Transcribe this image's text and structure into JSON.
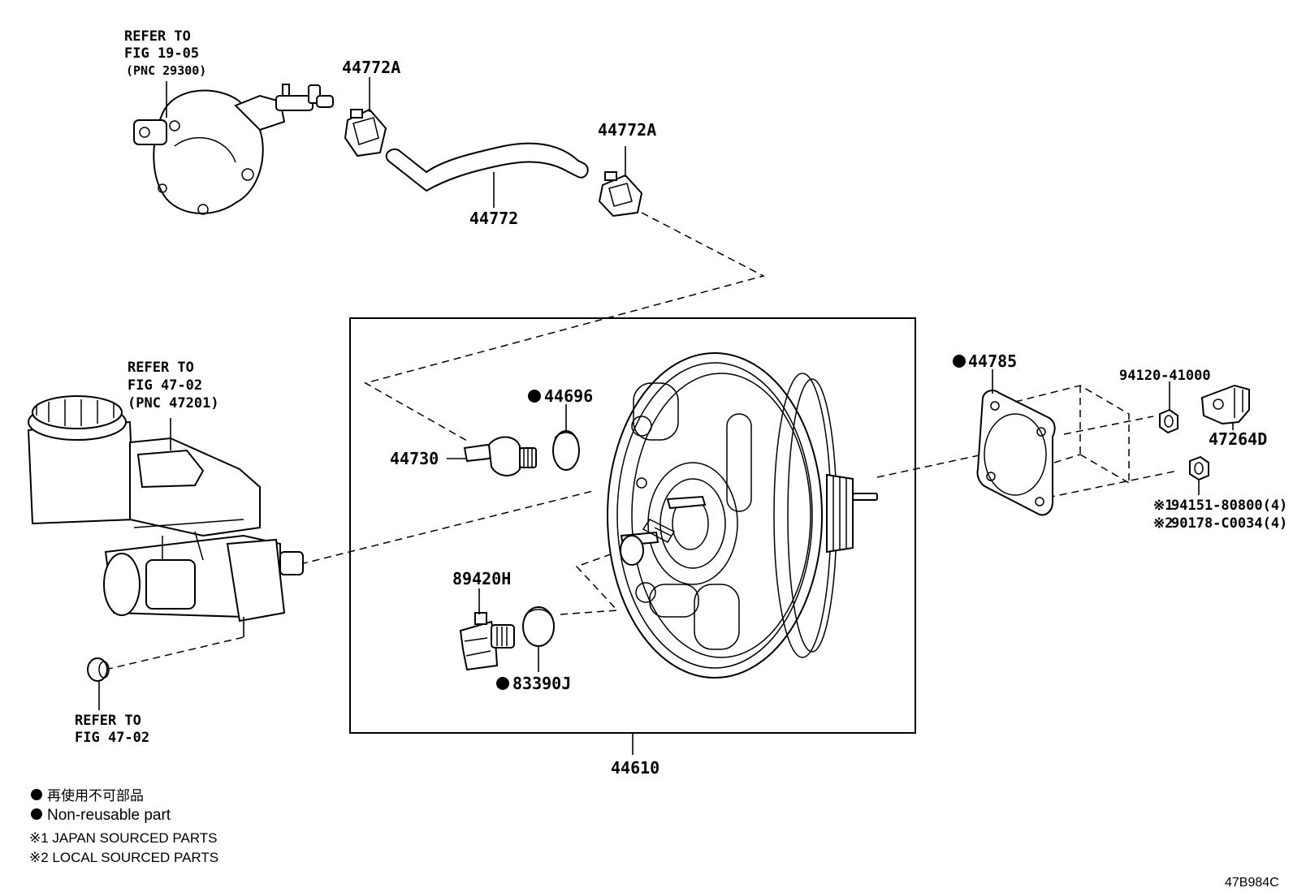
{
  "refer_vacuum_pump": {
    "line1": "REFER TO",
    "line2": "FIG 19-05",
    "line3": "(PNC 29300)"
  },
  "refer_master_cyl": {
    "line1": "REFER TO",
    "line2": "FIG 47-02",
    "line3": "(PNC 47201)"
  },
  "refer_grommet": {
    "line1": "REFER TO",
    "line2": "FIG 47-02"
  },
  "parts": {
    "clip_top": "44772A",
    "clip_right": "44772A",
    "hose": "44772",
    "check_valve": "44730",
    "grommet_44696": "44696",
    "sensor": "89420H",
    "grommet_83390": "83390J",
    "gasket": "44785",
    "nut_top": "94120-41000",
    "bracket": "47264D",
    "nut_japan": "94151-80800(4)",
    "nut_local": "90178-C0034(4)",
    "booster_assy": "44610"
  },
  "marks": {
    "note1": "※1",
    "note2": "※2"
  },
  "legend": {
    "nonreusable_jp": "再使用不可部品",
    "nonreusable_en": "Non-reusable part",
    "note1": "※1 JAPAN SOURCED PARTS",
    "note2": "※2 LOCAL SOURCED PARTS"
  },
  "figure_code": "47B984C"
}
